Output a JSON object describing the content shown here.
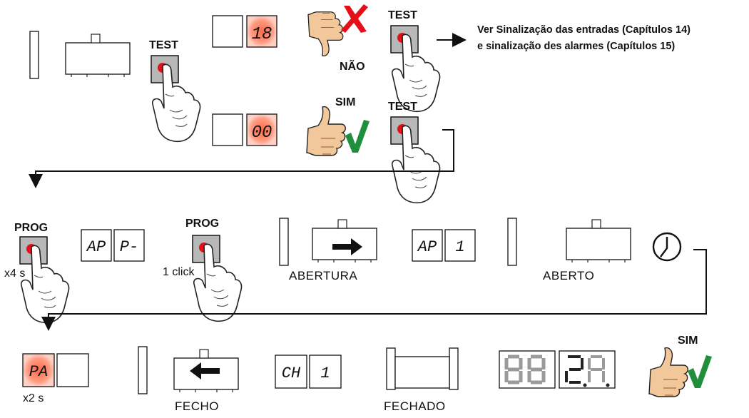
{
  "colors": {
    "stroke": "#222222",
    "red_cross": "#e3101a",
    "green_check": "#1f8f3c",
    "button_red": "#e3101a",
    "button_grey": "#b8b8b8",
    "display_glow": "#ff8a6a",
    "segment_off": "#9a9a9a"
  },
  "labels": {
    "test": "TEST",
    "prog": "PROG",
    "nao": "NÃO",
    "sim": "SIM",
    "x4s": "x4 s",
    "one_click": "1 click",
    "x2s": "x2 s",
    "abertura": "ABERTURA",
    "aberto": "ABERTO",
    "fecho": "FECHO",
    "fechado": "FECHADO",
    "note_line1": "Ver Sinalização das entradas (Capítulos 14)",
    "note_line2": "e sinalização des alarmes (Capítulos 15)"
  },
  "displays": {
    "alarm_code": "18",
    "ok_code": "00",
    "ap": "AP",
    "p_dash": "P-",
    "ap2": "AP",
    "one": "1",
    "pa": "PA",
    "ch": "CH",
    "ch_one": "1"
  },
  "icons": {
    "test_button": "push-button-icon",
    "finger": "pointing-finger-icon",
    "thumbs_up": "thumbs-up-icon",
    "thumbs_down": "thumbs-down-icon",
    "cross": "red-cross-icon",
    "check": "green-check-icon",
    "clock": "clock-icon",
    "arrow_right": "arrow-right-icon",
    "arrow_left": "arrow-left-icon"
  }
}
